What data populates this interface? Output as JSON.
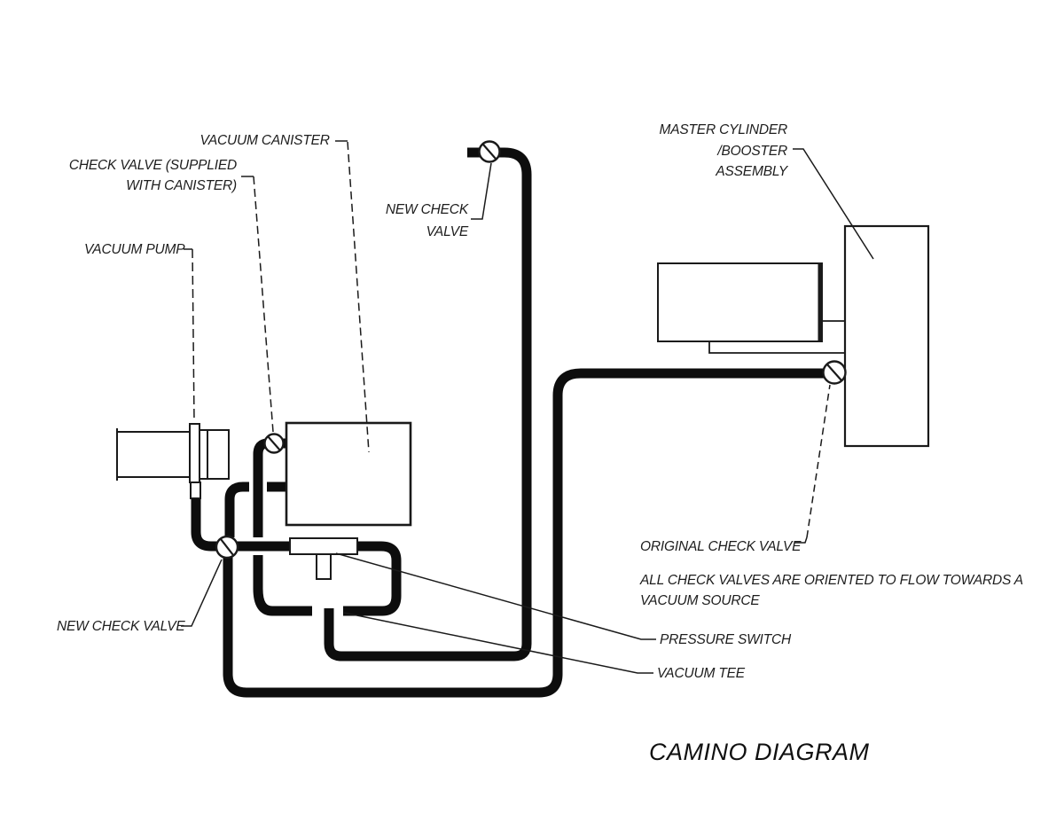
{
  "title": "CAMINO DIAGRAM",
  "colors": {
    "line": "#1a1a1a",
    "hose": "#0d0d0d",
    "background": "#ffffff"
  },
  "labels": {
    "vacuum_canister": "VACUUM CANISTER",
    "check_valve_supplied_line1": "CHECK VALVE (SUPPLIED",
    "check_valve_supplied_line2": "WITH CANISTER)",
    "vacuum_pump": "VACUUM PUMP",
    "new_check_valve_top_line1": "NEW CHECK",
    "new_check_valve_top_line2": "VALVE",
    "master_cylinder_line1": "MASTER CYLINDER",
    "master_cylinder_line2": "/BOOSTER",
    "master_cylinder_line3": "ASSEMBLY",
    "original_check_valve": "ORIGINAL CHECK VALVE",
    "note_line1": "ALL CHECK VALVES ARE ORIENTED TO FLOW TOWARDS A",
    "note_line2": "VACUUM SOURCE",
    "pressure_switch": "PRESSURE SWITCH",
    "vacuum_tee": "VACUUM TEE",
    "new_check_valve_bottom": "NEW CHECK VALVE"
  },
  "components": {
    "vacuum_pump": "vacuum pump",
    "vacuum_canister": "vacuum canister",
    "pressure_switch": "pressure switch",
    "master_cylinder": "master cylinder",
    "booster": "booster assembly",
    "check_valves": "check valve"
  }
}
